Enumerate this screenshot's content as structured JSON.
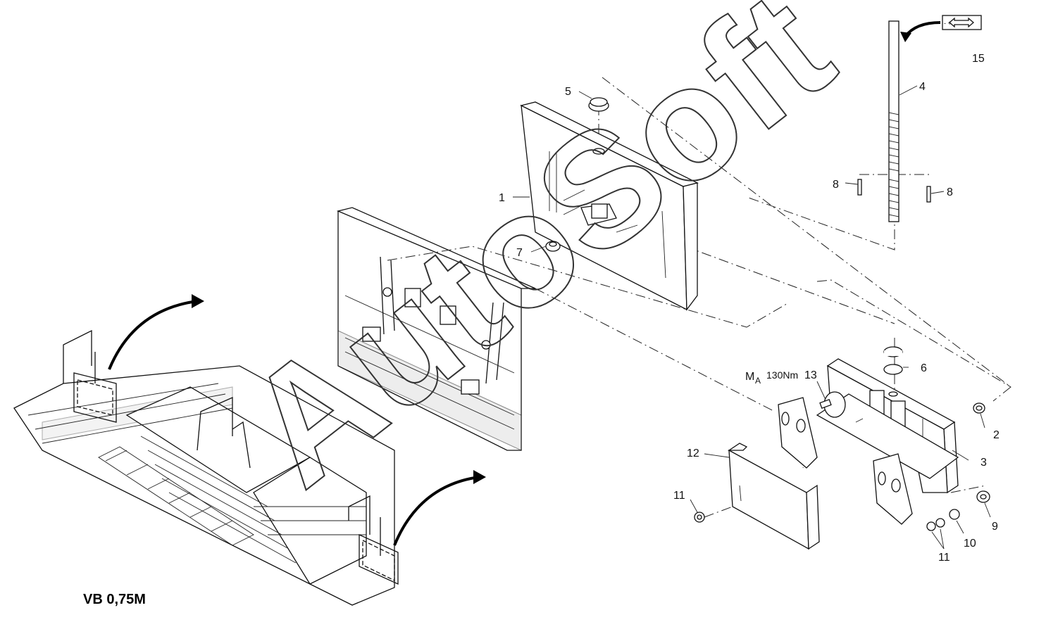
{
  "diagram": {
    "model_label": "VB 0,75M",
    "watermark": "AutoSoft",
    "torque_label": "M",
    "torque_subscript": "A",
    "torque_value": "130Nm",
    "adjust_symbol": "-  +",
    "callouts": {
      "c1": "1",
      "c2": "2",
      "c3": "3",
      "c4": "4",
      "c5": "5",
      "c6": "6",
      "c7": "7",
      "c8a": "8",
      "c8b": "8",
      "c9": "9",
      "c10": "10",
      "c11a": "11",
      "c11b": "11",
      "c12": "12",
      "c13": "13",
      "c15": "15"
    }
  }
}
